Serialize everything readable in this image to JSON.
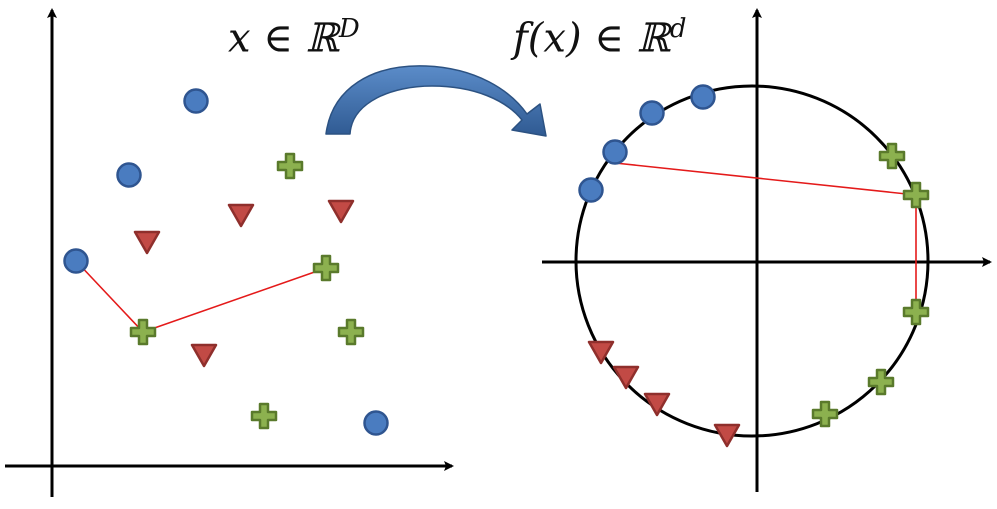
{
  "labels": {
    "input_space": "x ∈ ℝ",
    "input_space_sup": "D",
    "embedding_space": "f(x) ∈ ℝ",
    "embedding_space_sup": "d"
  },
  "colors": {
    "circle_fill": "#4a7cc0",
    "circle_stroke": "#2f5590",
    "triangle_fill": "#c24a45",
    "triangle_stroke": "#8f2f2c",
    "plus_fill": "#8cb14f",
    "plus_stroke": "#5a7a2c",
    "link_line": "#e41a1a",
    "arrow_fill": "#3f6ea8",
    "axis": "#000000"
  },
  "legend_shapes": [
    "circle",
    "triangle",
    "plus"
  ]
}
